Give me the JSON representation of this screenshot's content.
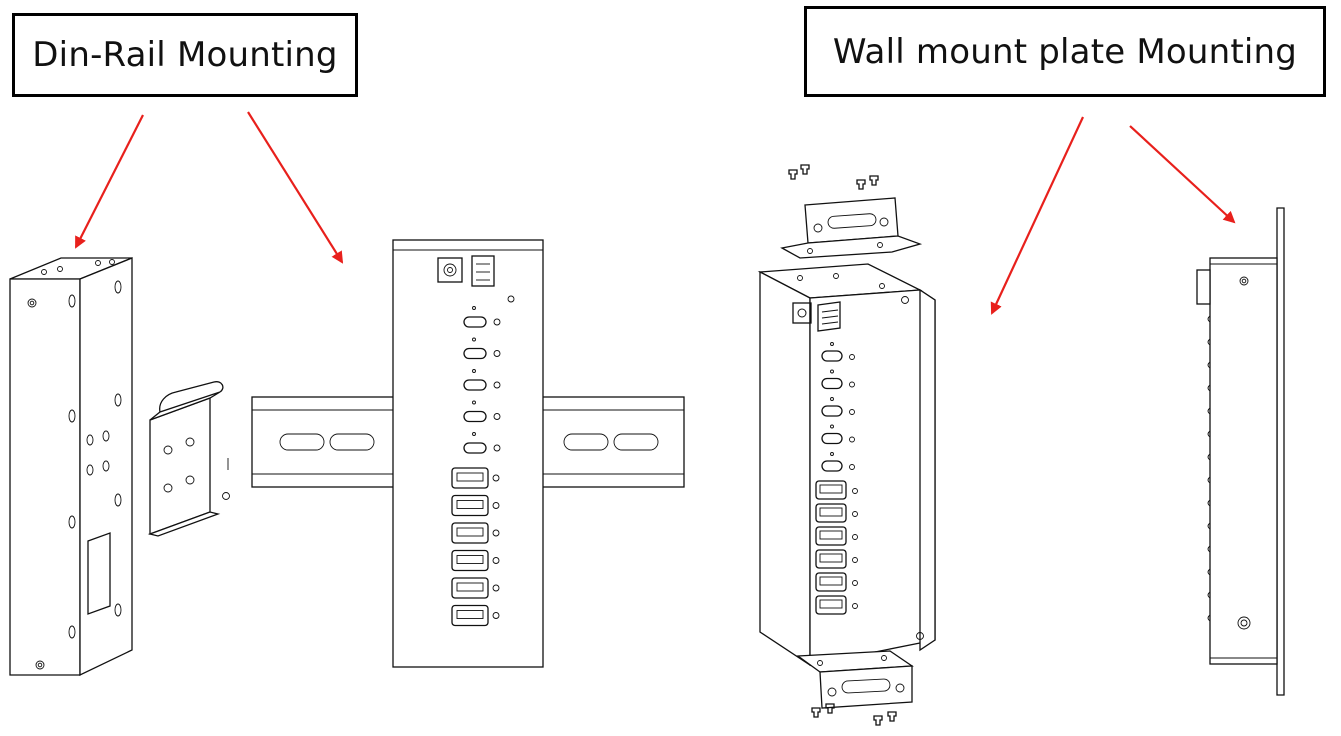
{
  "labels": {
    "din_rail": "Din-Rail Mounting",
    "wall_plate": "Wall mount plate Mounting"
  },
  "colors": {
    "arrow": "#e8201c",
    "line": "#111111",
    "box_border": "#000000"
  },
  "device": {
    "usb_c_ports": 5,
    "usb_a_ports": 6
  }
}
